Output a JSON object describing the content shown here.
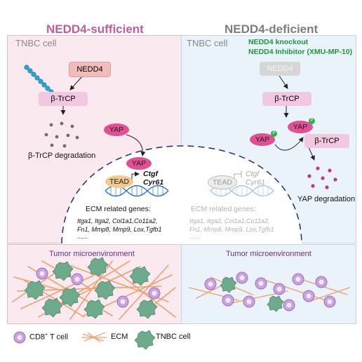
{
  "left": {
    "header": "NEDD4-sufficient",
    "cell_label": "TNBC cell",
    "nedd4": "NEDD4",
    "btrcp": "β-TrCP",
    "btrcp_degradation": "β-TrCP degradation",
    "yap_top": "YAP",
    "yap_bottom": "YAP",
    "tead": "TEAD",
    "gene1": "Ctgf",
    "gene2": "Cyr61",
    "ecm_title": "ECM related genes:",
    "ecm_line1": "Itga1, Itga2, Col1a1,Co11a2,",
    "ecm_line2": "Fn1, Mmp8, Mmp9, Lox,Tgfb1",
    "ecm_line3": "......",
    "tme": "Tumor microenvironment"
  },
  "right": {
    "header": "NEDD4-deficient",
    "cell_label": "TNBC cell",
    "knockout": "NEDD4 knockout",
    "inhibitor": "NEDD4 Inhibitor (XMU-MP-10)",
    "nedd4": "NEDD4",
    "btrcp_top": "β-TrCP",
    "yap_center": "YAP",
    "yap_left": "YAP",
    "btrcp_right": "β-TrCP",
    "phospho": "P",
    "yap_degradation": "YAP degradation",
    "tead": "TEAD",
    "gene1": "Ctgf",
    "gene2": "Cyr61",
    "ecm_title": "ECM related genes:",
    "ecm_line1": "Itga1, Itga2, Col1a1,Co11a2,",
    "ecm_line2": "Fn1, Mmp8, Mmp9, Lox,Tgfb1",
    "ecm_line3": "......",
    "tme": "Tumor microenvironment"
  },
  "legend": {
    "cd8": "CD8",
    "cd8_sup": "+",
    "cd8_rest": " T cell",
    "ecm": "ECM",
    "tnbc": "TNBC cell"
  },
  "colors": {
    "left_bg": "#fbe9f0",
    "right_bg": "#eaf2fa",
    "left_header": "#c35a9e",
    "right_header": "#7d7d7d",
    "green_text": "#1a9a3a",
    "yap_pink": "#e24f95",
    "btrcp_box": "#f2c8e0",
    "nedd4_box": "#f0bcbc",
    "tead": "#f1c98c",
    "nucleus_dash": "#2b3a7a",
    "ecm_orange": "#f0a06a",
    "tcell_purple": "#b88ed1",
    "tnbc_green": "#6dab8c",
    "degr_dot": "#c03a7c"
  }
}
